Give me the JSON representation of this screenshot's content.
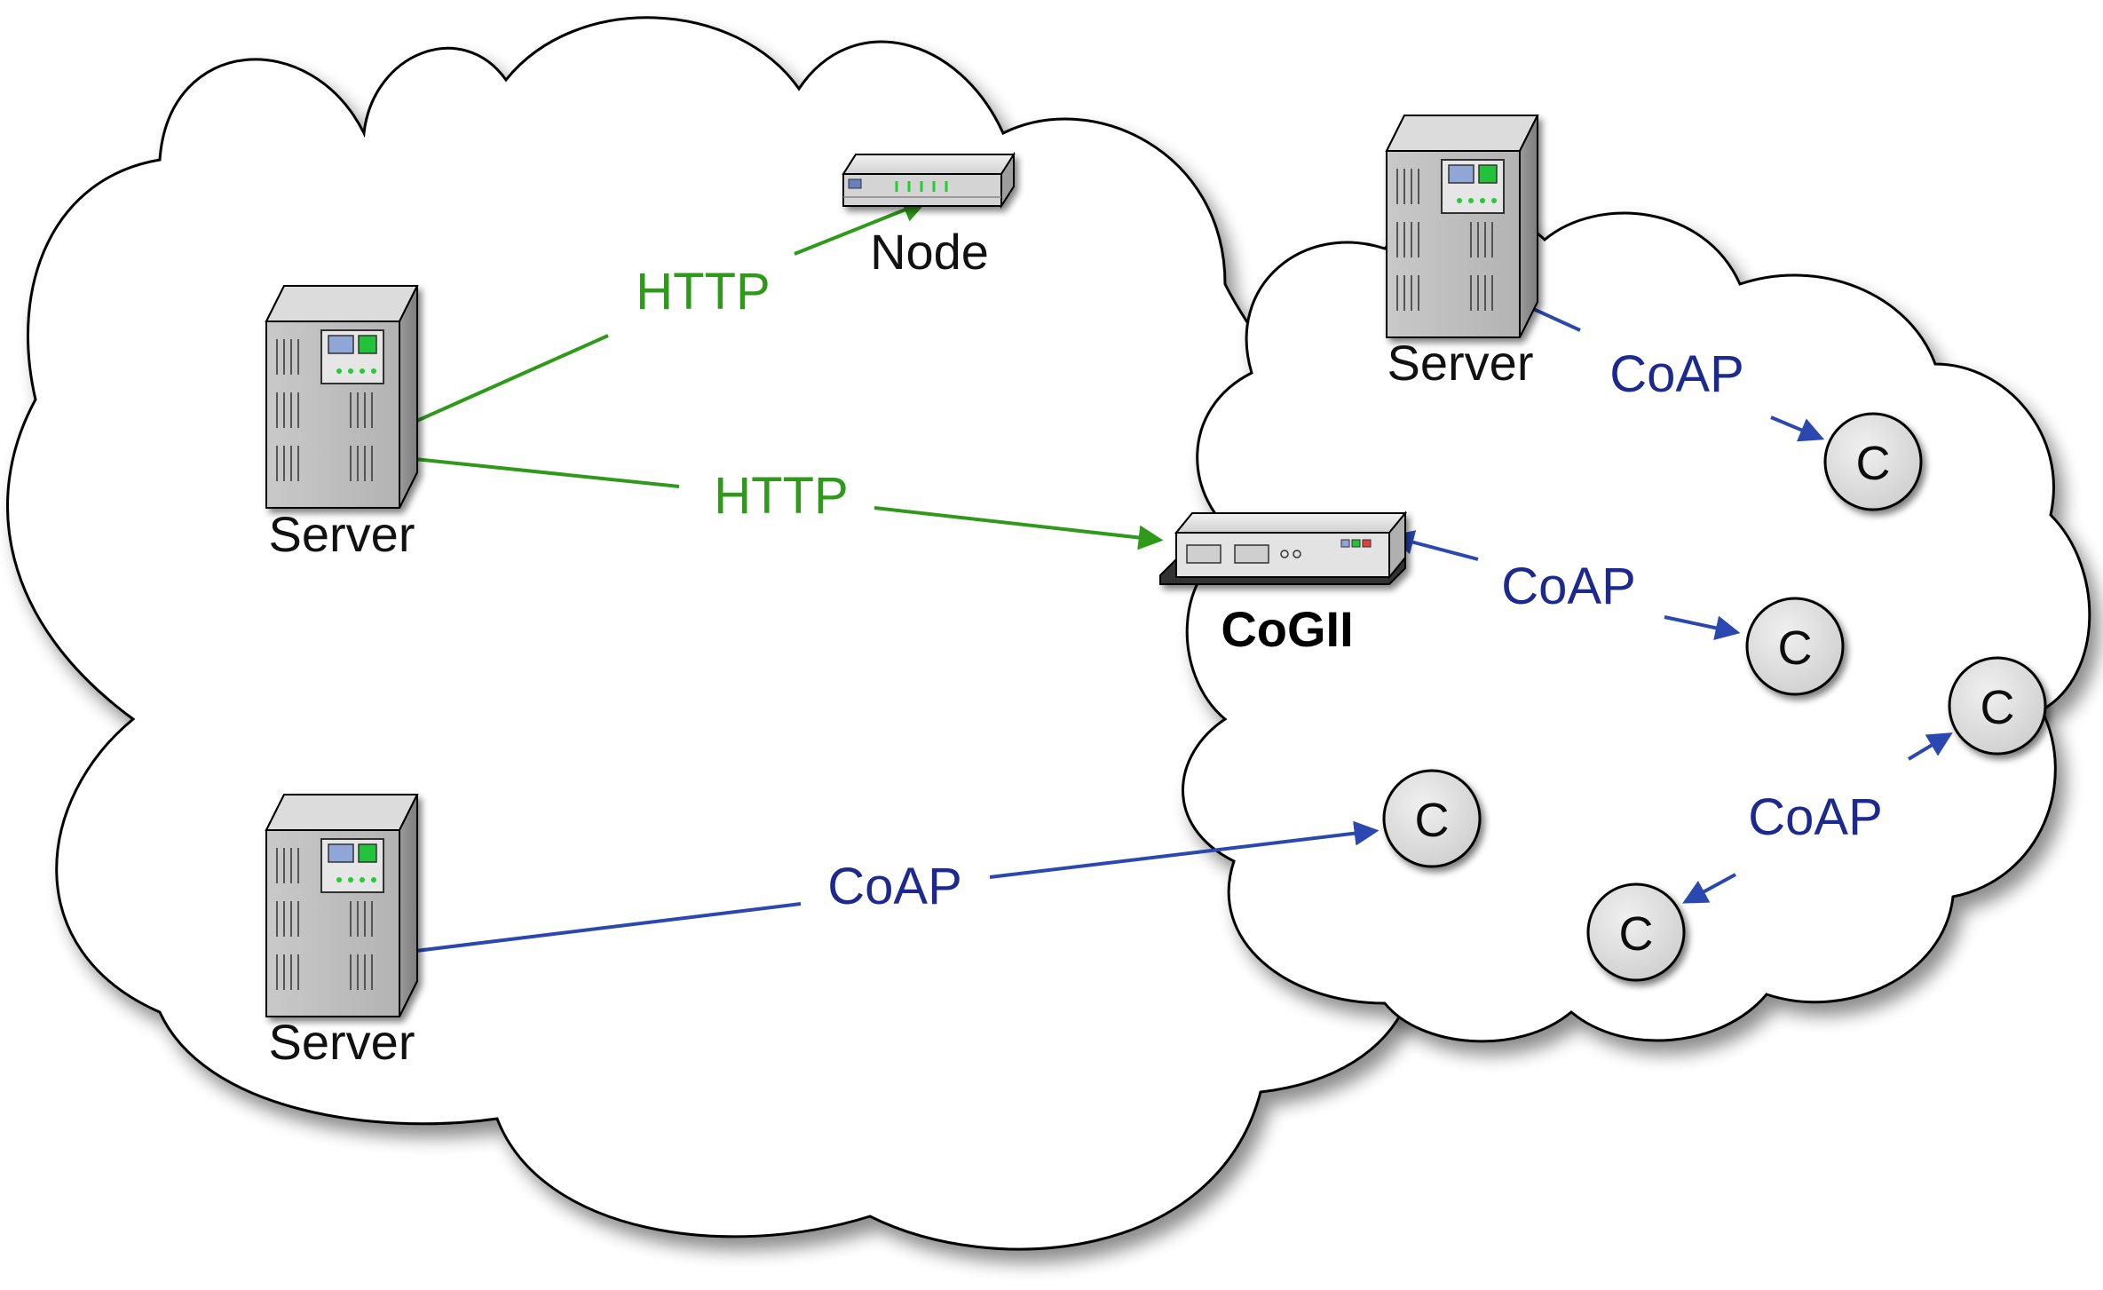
{
  "labels": {
    "node": "Node",
    "server_top_left": "Server",
    "server_bottom_left": "Server",
    "server_right": "Server",
    "cogii": "CoGII"
  },
  "edges": [
    {
      "id": "http-node",
      "protocol": "HTTP",
      "color": "#2f9a1a"
    },
    {
      "id": "http-cogii",
      "protocol": "HTTP",
      "color": "#2f9a1a"
    },
    {
      "id": "coap-server-right",
      "protocol": "CoAP",
      "color": "#2a48b0"
    },
    {
      "id": "coap-cogii",
      "protocol": "CoAP",
      "color": "#2a48b0"
    },
    {
      "id": "coap-clients",
      "protocol": "CoAP",
      "color": "#2a48b0"
    },
    {
      "id": "coap-server-bottom",
      "protocol": "CoAP",
      "color": "#2a48b0"
    }
  ],
  "clients": [
    "C",
    "C",
    "C",
    "C",
    "C"
  ],
  "colors": {
    "http": "#2f9a1a",
    "coap": "#2a48b0",
    "cloud_fill": "#ffffff",
    "cloud_stroke": "#000000",
    "client_fill": "#d9d9d9"
  }
}
